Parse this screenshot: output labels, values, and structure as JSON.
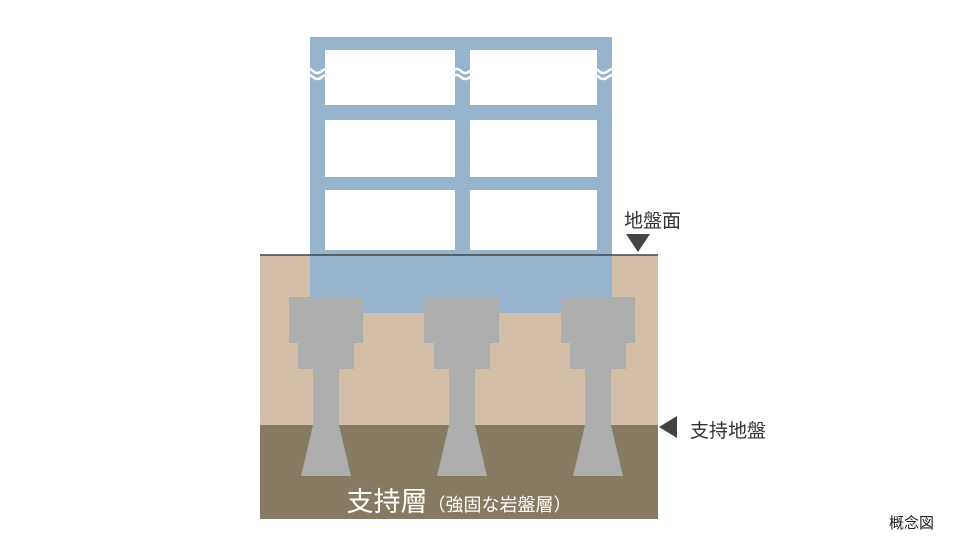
{
  "labels": {
    "ground_surface": "地盤面",
    "bearing_ground": "支持地盤",
    "bearing_layer": "支持層",
    "bearing_layer_note": "（強固な岩盤層）",
    "concept": "概念図"
  },
  "colors": {
    "frame": "#97b4cf",
    "window": "#ffffff",
    "soil": "#d3bfa8",
    "bearing_layer": "#877a62",
    "pile": "#adadad",
    "ground_line": "#444444",
    "marker": "#444444"
  }
}
